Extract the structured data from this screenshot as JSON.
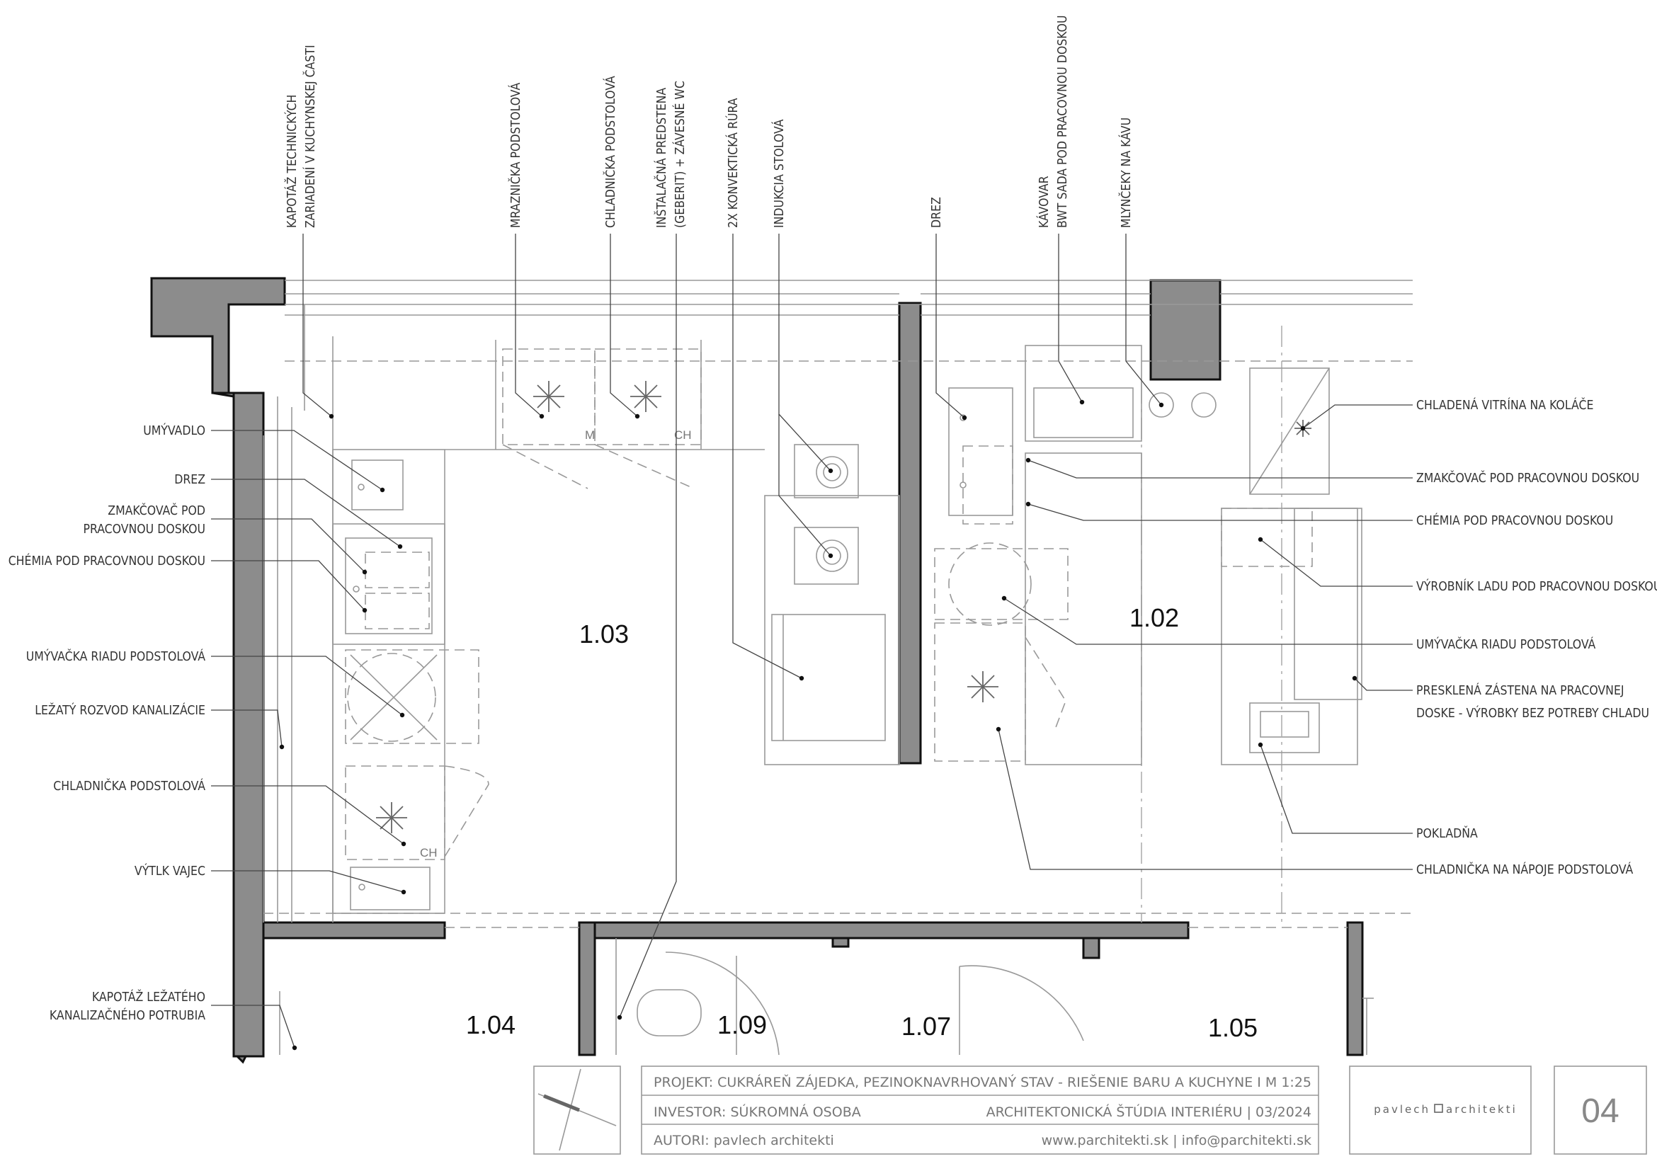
{
  "left_labels": {
    "umyvadlo": "UMÝVADLO",
    "drez": "DREZ",
    "zmakcovac_1": "ZMAKČOVAČ POD",
    "zmakcovac_2": "PRACOVNOU DOSKOU",
    "chemia": "CHÉMIA POD PRACOVNOU DOSKOU",
    "umyvacka": "UMÝVAČKA RIADU PODSTOLOVÁ",
    "rozvod": "LEŽATÝ ROZVOD KANALIZÁCIE",
    "chladnicka": "CHLADNIČKA PODSTOLOVÁ",
    "vytlk": "VÝTLK VAJEC",
    "kapotaz_1": "KAPOTÁŽ LEŽATÉHO",
    "kapotaz_2": "KANALIZAČNÉHO POTRUBIA"
  },
  "top_labels": {
    "kapotaz_1": "KAPOTÁŽ TECHNICKÝCH",
    "kapotaz_2": "ZARIADENÍ V KUCHYNSKEJ ČASTI",
    "mraznicka": "MRAZNIČKA PODSTOLOVÁ",
    "chladnicka": "CHLADNIČKA PODSTOLOVÁ",
    "instalacna_1": "INŠTALAČNÁ PREDSTENA",
    "instalacna_2": "(GEBERIT) + ZÁVESNÉ WC",
    "rura": "2X KONVEKTICKÁ RÚRA",
    "indukcia": "INDUKCIA STOLOVÁ",
    "drez": "DREZ",
    "kavovar_1": "KÁVOVAR",
    "kavovar_2": "BWT SADA POD PRACOVNOU DOSKOU",
    "mlyncek": "MLYNČEKY NA KÁVU"
  },
  "right_labels": {
    "vitrina": "CHLADENÁ VITRÍNA NA KOLÁČE",
    "zmakcovac": "ZMAKČOVAČ POD PRACOVNOU DOSKOU",
    "chemia": "CHÉMIA POD PRACOVNOU DOSKOU",
    "vyrobnik": "VÝROBNÍK LADU POD PRACOVNOU DOSKOU",
    "umyvacka": "UMÝVAČKA RIADU PODSTOLOVÁ",
    "zastena_1": "PRESKLENÁ ZÁSTENA NA PRACOVNEJ",
    "zastena_2": "DOSKE - VÝROBKY BEZ POTREBY CHLADU",
    "pokladna": "POKLADŇA",
    "napoje": "CHLADNIČKA NA NÁPOJE PODSTOLOVÁ"
  },
  "rooms": {
    "r103": "1.03",
    "r102": "1.02",
    "r104": "1.04",
    "r109": "1.09",
    "r107": "1.07",
    "r105": "1.05"
  },
  "marks": {
    "m": "M",
    "ch": "CH"
  },
  "title_block": {
    "projekt": "PROJEKT:  CUKRÁREŇ ZÁJEDKA, PEZINOK",
    "stav": "NAVRHOVANÝ STAV - RIEŠENIE BARU A KUCHYNE I M 1:25",
    "investor": "INVESTOR: SÚKROMNÁ OSOBA",
    "studia": "ARCHITEKTONICKÁ ŠTÚDIA INTERIÉRU | 03/2024",
    "autori": "AUTORI: pavlech architekti",
    "kontakt": "www.parchitekti.sk | info@parchitekti.sk",
    "logo_left": "pavlech",
    "logo_right": "architekti",
    "sheet": "04"
  }
}
